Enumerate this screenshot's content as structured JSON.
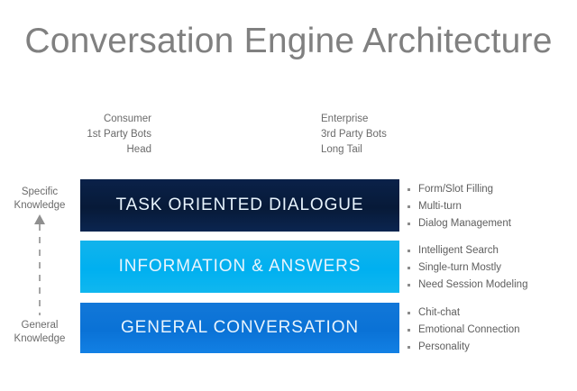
{
  "slide": {
    "title": "Conversation Engine Architecture",
    "background_color": "#ffffff",
    "title_color": "#808080"
  },
  "spectrum": {
    "arrow_name": "double-headed-horizontal-arrow",
    "arrow_color": "#1176d1",
    "left": {
      "line1": "Consumer",
      "line2": "1st Party Bots",
      "line3": "Head"
    },
    "right": {
      "line1": "Enterprise",
      "line2": "3rd Party Bots",
      "line3": "Long Tail"
    }
  },
  "knowledge_axis": {
    "top_label": "Specific\nKnowledge",
    "top_label_line1": "Specific",
    "top_label_line2": "Knowledge",
    "bottom_label_line1": "General",
    "bottom_label_line2": "Knowledge",
    "arrow_name": "dashed-up-arrow",
    "arrow_color": "#8c8c8c"
  },
  "layers": [
    {
      "id": "task",
      "label": "TASK ORIENTED DIALOGUE",
      "color": "#071a38",
      "text_color": "#e8f4fd",
      "bullets": [
        "Form/Slot Filling",
        "Multi-turn",
        "Dialog Management"
      ]
    },
    {
      "id": "info",
      "label": "INFORMATION & ANSWERS",
      "color": "#00b0f0",
      "text_color": "#effaff",
      "bullets": [
        "Intelligent Search",
        "Single-turn Mostly",
        "Need Session Modeling"
      ]
    },
    {
      "id": "general",
      "label": "GENERAL CONVERSATION",
      "color": "#0a72d6",
      "text_color": "#eaf5ff",
      "bullets": [
        "Chit-chat",
        "Emotional Connection",
        "Personality"
      ]
    }
  ]
}
